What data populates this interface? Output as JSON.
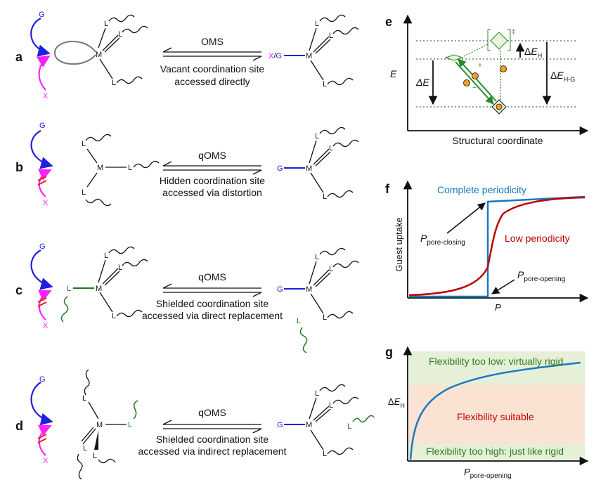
{
  "colors": {
    "guest_G": "#1f1fe0",
    "guest_X": "#ff20ff",
    "shielding_ligand": "#1e7a1e",
    "blocked_mark": "#e02020",
    "complete_periodicity": "#1a78c2",
    "low_periodicity": "#c00000",
    "region_rigid": "#e6efd8",
    "region_suitable": "#fbe3d3",
    "region_text_green": "#2e7d1e",
    "region_text_red": "#c00000",
    "state_orange": "#f0a020"
  },
  "atoms": {
    "metal": "M",
    "ligand": "L",
    "guest_G": "G",
    "guest_X": "X",
    "adduct_prefix": "X/G"
  },
  "panels": {
    "a": {
      "letter": "a",
      "arrow_label": "OMS",
      "caption_line1": "Vacant coordination site",
      "caption_line2": "accessed directly"
    },
    "b": {
      "letter": "b",
      "arrow_label": "qOMS",
      "caption_line1": "Hidden coordination site",
      "caption_line2": "accessed via distortion"
    },
    "c": {
      "letter": "c",
      "arrow_label": "qOMS",
      "caption_line1": "Shielded coordination site",
      "caption_line2": "accessed via direct replacement"
    },
    "d": {
      "letter": "d",
      "arrow_label": "qOMS",
      "caption_line1": "Shielded coordination site",
      "caption_line2": "accessed via indirect replacement"
    },
    "e": {
      "letter": "e",
      "y_axis": "E",
      "x_axis": "Structural coordinate",
      "dE": "ΔE",
      "dEH": "ΔE",
      "dEH_sub": "H",
      "dEHG": "ΔE",
      "dEHG_sub": "H-G",
      "ts_mark": "‡",
      "plus": "+",
      "minus": "−"
    },
    "f": {
      "letter": "f",
      "y_axis": "Guest uptake",
      "x_axis": "P",
      "complete": "Complete periodicity",
      "low": "Low periodicity",
      "p_close": "P",
      "p_close_sub": "pore-closing",
      "p_open": "P",
      "p_open_sub": "pore-opening"
    },
    "g": {
      "letter": "g",
      "y_axis": "ΔE",
      "y_axis_sub": "H",
      "x_axis": "P",
      "x_axis_sub": "pore-opening",
      "too_low": "Flexibility too low: virtually rigid",
      "suitable": "Flexibility suitable",
      "too_high": "Flexibility too high: just like rigid"
    }
  }
}
